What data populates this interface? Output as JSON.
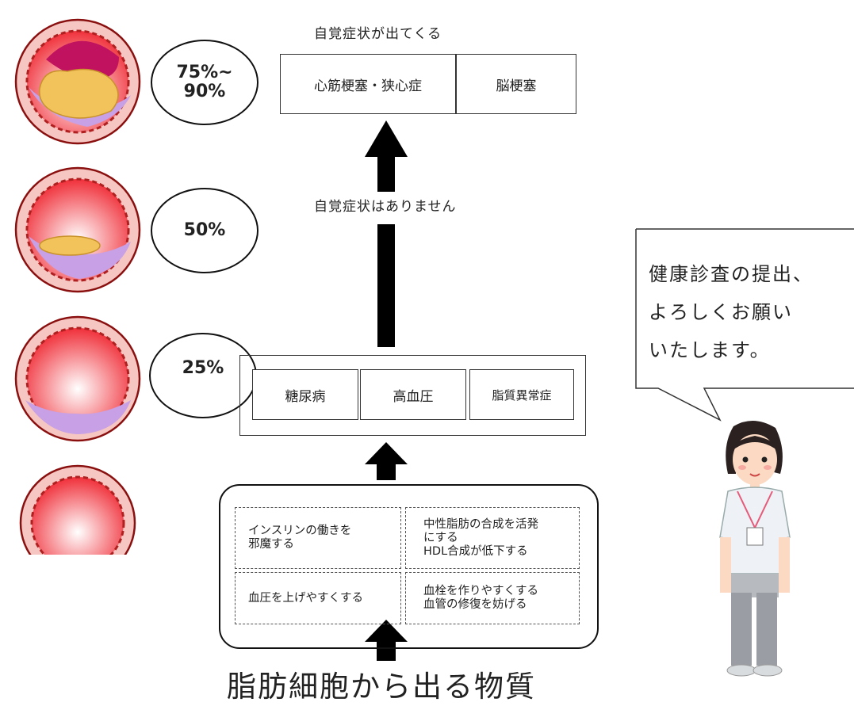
{
  "stages": [
    {
      "label_line1": "75%~",
      "label_line2": "90%"
    },
    {
      "label_line1": "50%",
      "label_line2": ""
    },
    {
      "label_line1": "25%",
      "label_line2": ""
    }
  ],
  "top": {
    "note": "自覚症状が出てくる",
    "diseases": [
      "心筋梗塞・狭心症",
      "脳梗塞"
    ]
  },
  "middle": {
    "note": "自覚症状はありません",
    "conditions": [
      "糖尿病",
      "高血圧",
      "脂質異常症"
    ]
  },
  "effects": [
    {
      "line1": "インスリンの働きを",
      "line2": "邪魔する",
      "line3": ""
    },
    {
      "line1": "中性脂肪の合成を活発",
      "line2": "にする",
      "line3": "HDL合成が低下する"
    },
    {
      "line1": "血圧を上げやすくする",
      "line2": "",
      "line3": ""
    },
    {
      "line1": "血栓を作りやすくする",
      "line2": "血管の修復を妨げる",
      "line3": ""
    }
  ],
  "source_label": "脂肪細胞から出る物質",
  "speech": {
    "line1": "健康診査の提出、",
    "line2": "よろしくお願い",
    "line3": "いたします。"
  },
  "colors": {
    "plaque_yellow": "#f2c35a",
    "clot_magenta": "#c0125e",
    "lining_purple": "#c7a0e6",
    "vessel_red": "#e03a3a"
  }
}
